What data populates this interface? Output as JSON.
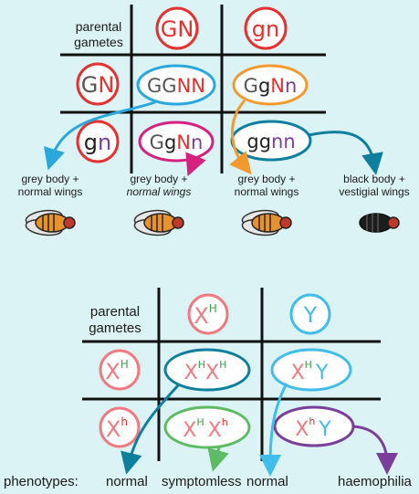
{
  "top": {
    "parental_label": [
      "parental",
      "gametes"
    ],
    "col_gametes": [
      "GN",
      "gn"
    ],
    "row_gametes": [
      {
        "a": "G",
        "b": "N"
      },
      {
        "a": "g",
        "b": "n"
      }
    ],
    "cells": [
      [
        [
          {
            "t": "G"
          },
          {
            "t": "G"
          },
          {
            "t": "N"
          },
          {
            "t": "N"
          }
        ],
        [
          {
            "t": "G"
          },
          {
            "t": "g"
          },
          {
            "t": "N"
          },
          {
            "t": "n"
          }
        ]
      ],
      [
        [
          {
            "t": "G"
          },
          {
            "t": "g"
          },
          {
            "t": "N"
          },
          {
            "t": "n"
          }
        ],
        [
          {
            "t": "g"
          },
          {
            "t": "g"
          },
          {
            "t": "n"
          },
          {
            "t": "n"
          }
        ]
      ]
    ],
    "phenotypes": [
      [
        "grey body +",
        "normal wings"
      ],
      [
        "grey body +",
        "normal wings"
      ],
      [
        "grey body +",
        "normal wings"
      ],
      [
        "black body +",
        "vestigial wings"
      ]
    ]
  },
  "bottom": {
    "parental_label": [
      "parental",
      "gametes"
    ],
    "col_gametes": [
      {
        "base": "X",
        "sup": "H"
      },
      {
        "base": "Y",
        "sup": ""
      }
    ],
    "row_gametes": [
      {
        "base": "X",
        "sup": "H"
      },
      {
        "base": "X",
        "sup": "h"
      }
    ],
    "cells": [
      [
        {
          "a": "X",
          "as": "H",
          "b": "X",
          "bs": "H"
        },
        {
          "a": "X",
          "as": "H",
          "b": "Y",
          "bs": ""
        }
      ],
      [
        {
          "a": "X",
          "as": "H",
          "b": "X",
          "bs": "h"
        },
        {
          "a": "X",
          "as": "h",
          "b": "Y",
          "bs": ""
        }
      ]
    ],
    "phenotypes_label": "phenotypes:",
    "phenotypes": [
      "normal",
      "symptomless",
      "normal",
      "haemophilia"
    ]
  },
  "colors": {
    "red": "#e5312f",
    "blue": "#2aa8dd",
    "orange": "#f29a2e",
    "magenta": "#d6217e",
    "teal": "#0f7f9e",
    "purple": "#7a3f9a",
    "green": "#5dbb63",
    "pink": "#f07a80",
    "light_blue": "#40bde8",
    "sup_green": "#3aa04a",
    "sup_red": "#e5312f",
    "grid": "#111111",
    "fly_body": "#e8922e",
    "fly_black": "#1c1c1c"
  }
}
